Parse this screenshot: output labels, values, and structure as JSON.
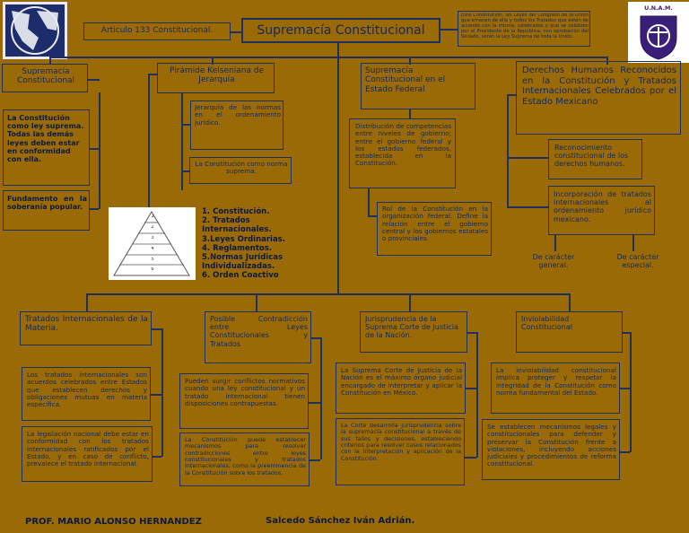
{
  "header": {
    "title": "Supremacía Constitucional",
    "article": "Articulo 133 Constitucional.",
    "quote": "Esta Constitución, las Leyes del Congreso de la Unión que emanen de ella y todos los Tratados que estén de acuerdo con la misma, celebrados y que se celebren por el Presidente de la República, con aprobación del Senado, serán la Ley Suprema de toda la Unión.",
    "logo_right_text": "U.N.A.M."
  },
  "col1": {
    "heading": "Supremacía Constitucional",
    "text1": "La Constitución como ley suprema. Todas las demás leyes deben estar en conformidad con ella.",
    "text2": "Fundamento en la soberanía popular."
  },
  "col2": {
    "heading": "Pirámide Kelseniana de Jerarquía",
    "text1": "Jerarquía de las normas en el ordenamiento jurídico.",
    "text2": "La Constitución como norma suprema.",
    "pyramid_levels": [
      "1",
      "2",
      "3",
      "4",
      "5",
      "6"
    ],
    "list": [
      "1. Constitución.",
      "2. Tratados Internacionales.",
      "3.Leyes Ordinarias.",
      "4. Reglamentos.",
      "5.Normas Jurídicas Individualizadas.",
      "6. Orden Coactivo"
    ]
  },
  "col3": {
    "heading": "Supremacía Constitucional en el Estado Federal",
    "text1": "Distribución de competencias entre niveles de gobierno; entre el gobierno federal y los estados federados, establecida en la Constitución.",
    "text2": "Rol de la Constitución en la organización federal. Define la relación entre el gobierno central y los gobiernos estatales o provinciales."
  },
  "col4": {
    "heading": "Derechos Humanos Reconocidos en la Constitución y Tratados Internacionales Celebrados por el Estado Mexicano",
    "text1": "Reconocimiento constitucional de los derechos humanos.",
    "text2": "Incorporación de tratados internacionales al ordenamiento jurídico mexicano.",
    "label_general": "De carácter general.",
    "label_special": "De carácter especial."
  },
  "bottom": [
    {
      "heading": "Tratados Internacionales de la Materia.",
      "text1": "Los tratados internacionales son acuerdos celebrados entre Estados que establecen derechos y obligaciones mutuas en materia específica.",
      "text2": "La legislación nacional debe estar en conformidad con los tratados internacionales ratificados por el Estado, y en caso de conflicto, prevalece el tratado internacional."
    },
    {
      "heading": "Posible Contradicción entre Leyes Constitucionales y Tratados",
      "text1": "Pueden surgir conflictos normativos cuando una ley constitucional y un tratado internacional tienen disposiciones contrapuestas.",
      "text2": "La Constitución puede establecer mecanismos para resolver contradicciones entre leyes constitucionales y tratados internacionales, como la preeminencia de la Constitución sobre los tratados."
    },
    {
      "heading": "Jurisprudencia de la Suprema Corte de Justicia de la Nación.",
      "text1": "La Suprema Corte de Justicia de la Nación es el máximo órgano judicial encargado de interpretar y aplicar la Constitución en México.",
      "text2": "La Corte desarrolla jurisprudencia sobre la supremacía constitucional a través de sus fallos y decisiones, estableciendo criterios para resolver casos relacionados con la interpretación y aplicación de la Constitución."
    },
    {
      "heading": "Inviolabilidad Constitucional",
      "text1": "La inviolabilidad constitucional implica proteger y respetar la integridad de la Constitución como norma fundamental del Estado.",
      "text2": "Se establecen mecanismos legales y constitucionales para defender y preservar la Constitución frente a violaciones, incluyendo acciones judiciales y procedimientos de reforma constitucional."
    }
  ],
  "footer": {
    "professor": "PROF. MARIO ALONSO HERNANDEZ",
    "student": "Salcedo Sánchez Iván Adrián."
  }
}
